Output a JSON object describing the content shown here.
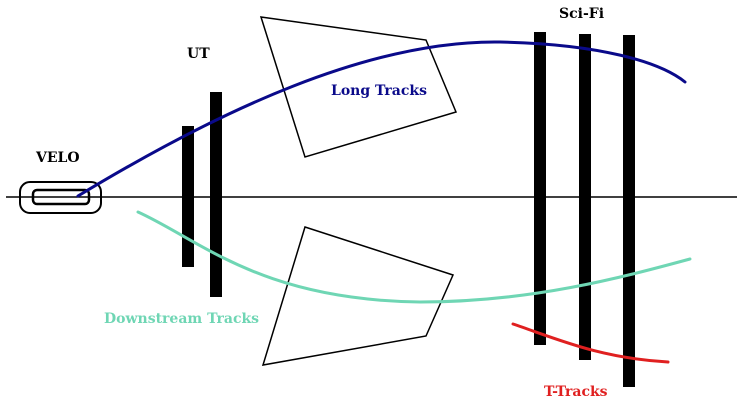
{
  "labels": {
    "velo": "VELO",
    "ut": "UT",
    "scifi": "Sci-Fi",
    "long_tracks": "Long Tracks",
    "downstream_tracks": "Downstream Tracks",
    "t_tracks": "T-Tracks"
  },
  "colors": {
    "long_tracks": "#0a0a8a",
    "downstream_tracks": "#6fd6b4",
    "t_tracks": "#e02020",
    "detector": "#000000",
    "background": "#ffffff"
  }
}
